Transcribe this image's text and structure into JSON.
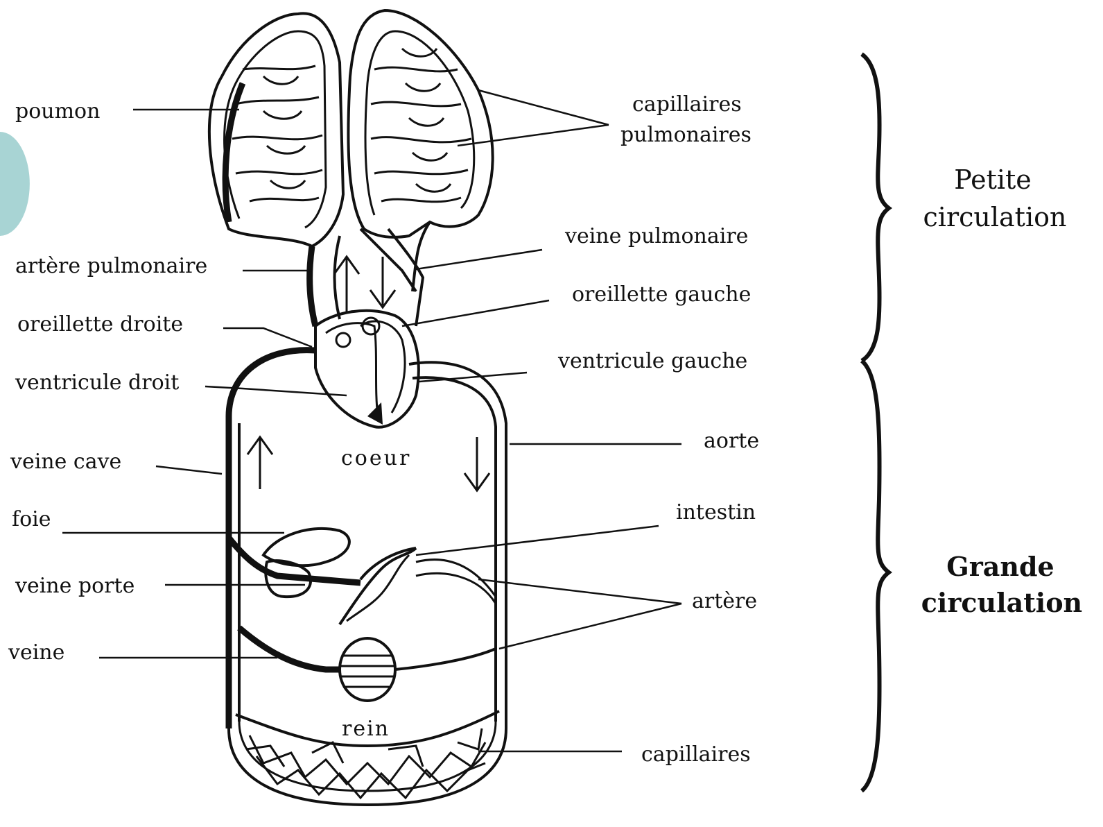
{
  "labels_left": {
    "poumon": "poumon",
    "artere_pulmonaire": "artère pulmonaire",
    "oreillette_droite": "oreillette droite",
    "ventricule_droit": "ventricule droit",
    "veine_cave": "veine cave",
    "foie": "foie",
    "veine_porte": "veine porte",
    "veine": "veine"
  },
  "labels_right": {
    "capillaires_pulmonaires_1": "capillaires",
    "capillaires_pulmonaires_2": "pulmonaires",
    "veine_pulmonaire": "veine pulmonaire",
    "oreillette_gauche": "oreillette gauche",
    "ventricule_gauche": "ventricule gauche",
    "aorte": "aorte",
    "intestin": "intestin",
    "artere": "artère",
    "capillaires": "capillaires"
  },
  "labels_center": {
    "coeur": "coeur",
    "rein": "rein"
  },
  "sections": {
    "petite_1": "Petite",
    "petite_2": "circulation",
    "grande_1": "Grande",
    "grande_2": "circulation"
  }
}
